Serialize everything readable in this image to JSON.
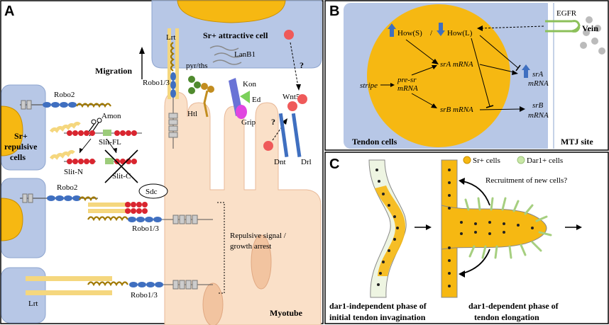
{
  "panels": {
    "a": "A",
    "b": "B",
    "c": "C"
  },
  "panel_a": {
    "attractive_cell": "Sr+ attractive cell",
    "repulsive_cells_line1": "Sr+",
    "repulsive_cells_line2": "repulsive",
    "repulsive_cells_line3": "cells",
    "migration": "Migration",
    "lrt_top": "Lrt",
    "lrt_bottom": "Lrt",
    "robo2_top": "Robo2",
    "robo2_mid": "Robo2",
    "robo13_upper": "Robo1/3",
    "robo13_mid": "Robo1/3",
    "robo13_bottom": "Robo1/3",
    "amon": "Amon",
    "slit_fl": "Slit-FL",
    "slit_n": "Slit-N",
    "slit_c": "Slit-C",
    "sdc": "Sdc",
    "pyr_ths": "pyr/ths",
    "htl": "Htl",
    "lanb1": "LanB1",
    "kon": "Kon",
    "ed": "Ed",
    "grip": "Grip",
    "wnt5": "Wnt5",
    "question1": "?",
    "question2": "?",
    "dnt": "Dnt",
    "drl": "Drl",
    "repulsive_signal_line1": "Repulsive signal /",
    "repulsive_signal_line2": "growth arrest",
    "myotube": "Myotube"
  },
  "panel_b": {
    "egfr": "EGFR",
    "vein": "Vein",
    "how_s": "How(S)",
    "slash": "/",
    "how_l": "How(L)",
    "stripe": "stripe",
    "pre_sr_line1": "pre-sr",
    "pre_sr_line2": "mRNA",
    "sra_mrna_inner": "srA mRNA",
    "srb_mrna_inner": "srB mRNA",
    "sra_out_line1": "srA",
    "sra_out_line2": "mRNA",
    "srb_out_line1": "srB",
    "srb_out_line2": "mRNA",
    "tendon_cells": "Tendon cells",
    "mtj_site": "MTJ site"
  },
  "panel_c": {
    "legend_sr": "Sr+ cells",
    "legend_dar1": "Dar1+ cells",
    "recruitment": "Recruitment of new cells?",
    "phase1_line1": "dar1-independent phase of",
    "phase1_line2": "initial tendon invagination",
    "phase2_line1": "dar1-dependent phase of",
    "phase2_line2": "tendon elongation"
  },
  "colors": {
    "tendon_blue": "#b7c7e6",
    "sr_orange": "#f6b812",
    "myotube_peach": "#fae0c8",
    "robo_blue": "#3f6fc0",
    "slit_red": "#d9252f",
    "wnt_red": "#ef5a5a",
    "dar1_green": "#c9e7a7",
    "egfr_green": "#8cc05a"
  }
}
